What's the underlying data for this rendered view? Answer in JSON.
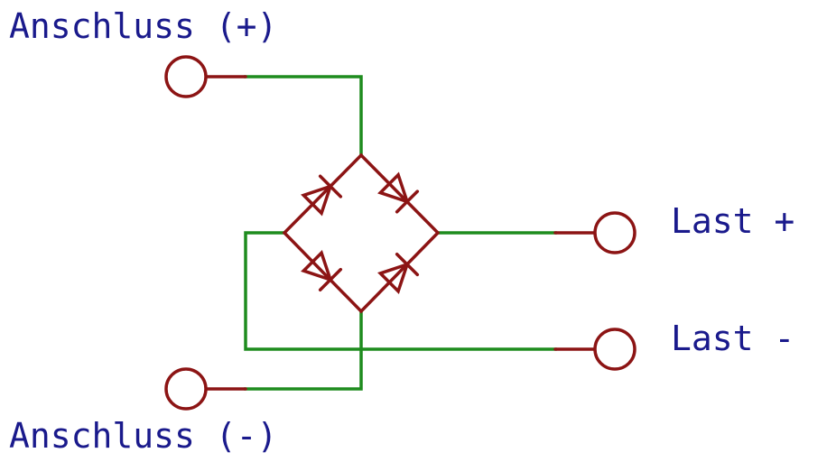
{
  "labels": {
    "input_plus": "Anschluss (+)",
    "input_minus": "Anschluss (-)",
    "load_plus": "Last +",
    "load_minus": "Last -"
  },
  "colors": {
    "wire": "#1e8c1e",
    "component": "#8c1414",
    "text": "#1a1a8c",
    "background": "#ffffff"
  },
  "components": {
    "terminals": [
      "terminal-anschluss-plus",
      "terminal-anschluss-minus",
      "terminal-last-plus",
      "terminal-last-minus"
    ],
    "diodes": [
      "diode-top-left",
      "diode-top-right",
      "diode-bottom-left",
      "diode-bottom-right"
    ]
  }
}
